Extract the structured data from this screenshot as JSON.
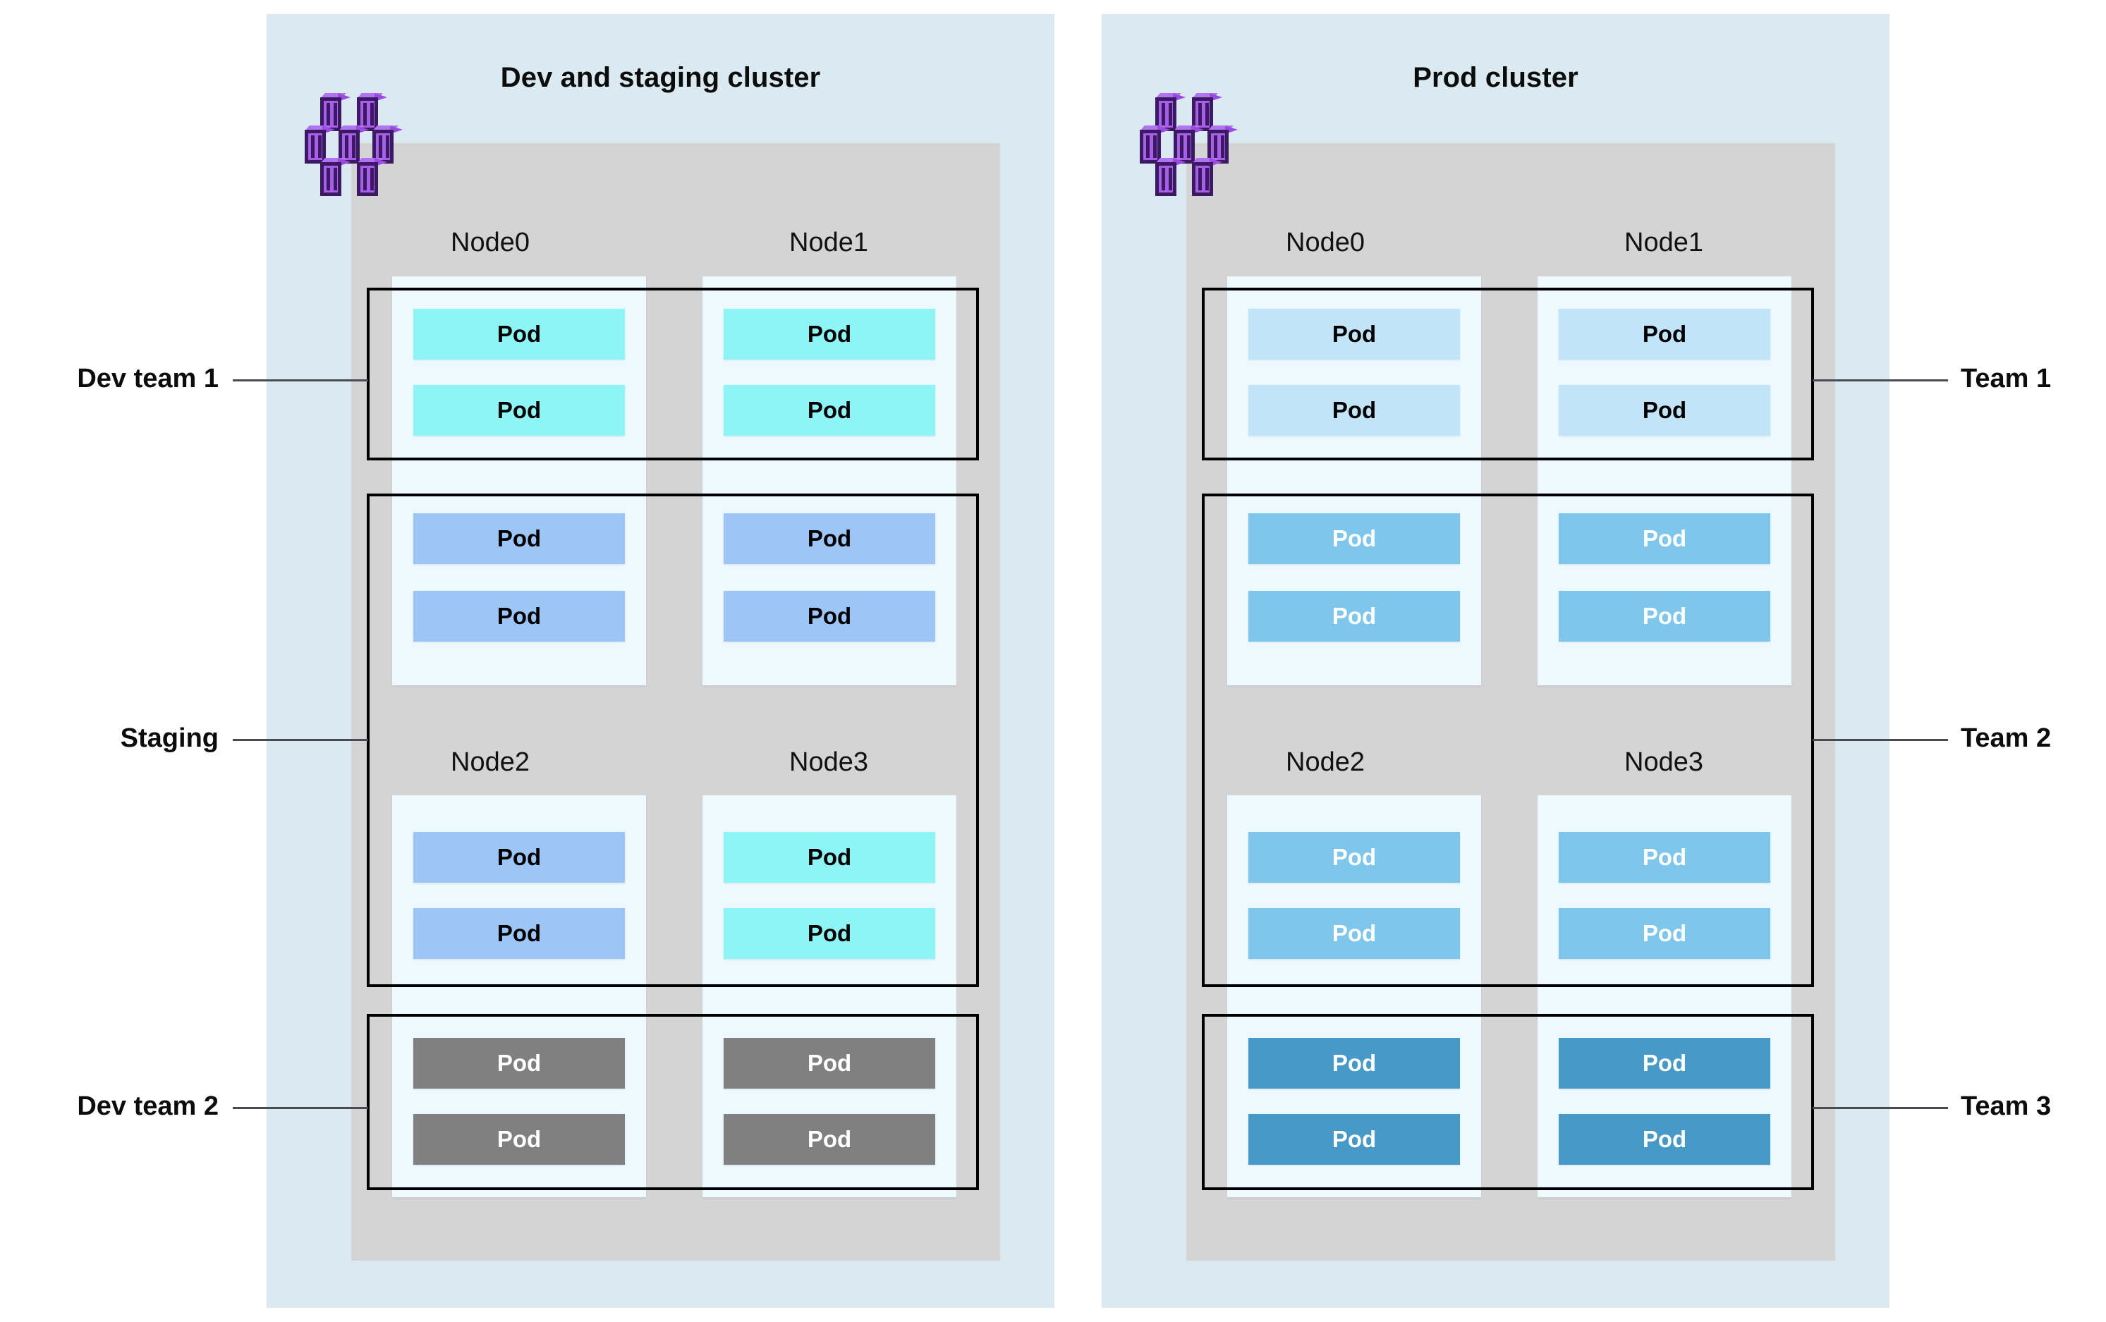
{
  "diagram": {
    "title_left": "Dev and staging cluster",
    "title_right": "Prod cluster",
    "pod_label": "Pod",
    "icon_names": {
      "cluster": "kubernetes-cluster-icon"
    },
    "colors": {
      "panel_bg": "#daeaf0",
      "node_area_bg": "#d4d4d4",
      "node_col_bg": "#ecfaff",
      "pod_cyan": "#8df5f5",
      "pod_blue": "#9dc5f5",
      "pod_gray": "#808080",
      "pod_lightblue": "#c2e4f8",
      "pod_skyblue": "#7fc6ec",
      "pod_darkblue": "#479ac7",
      "group_border": "#000000",
      "leader_line": "#4a4a52",
      "icon_purple": "#a95ee8",
      "icon_purple_dark": "#3c1a63"
    }
  },
  "left_cluster": {
    "title": "Dev and staging cluster",
    "nodes": [
      {
        "label": "Node0"
      },
      {
        "label": "Node1"
      },
      {
        "label": "Node2"
      },
      {
        "label": "Node3"
      }
    ],
    "groups": [
      {
        "name": "dev-team-1",
        "label": "Dev team 1",
        "label_side": "left",
        "pod_color": "#8df5f5",
        "pod_text": "#000000",
        "pod_count": 4
      },
      {
        "name": "staging",
        "label": "Staging",
        "label_side": "left",
        "pod_color": "#9dc5f5",
        "pod_text": "#000000",
        "pod_count": 6
      },
      {
        "name": "dev-team-2",
        "label": "Dev team 2",
        "label_side": "left",
        "pod_color": "#808080",
        "pod_text": "#ffffff",
        "pod_count": 4
      }
    ],
    "pods": [
      {
        "node": "Node0",
        "slot": 0,
        "group": "dev-team-1",
        "label": "Pod",
        "color": "#8df5f5",
        "text_color": "#000000"
      },
      {
        "node": "Node0",
        "slot": 1,
        "group": "dev-team-1",
        "label": "Pod",
        "color": "#8df5f5",
        "text_color": "#000000"
      },
      {
        "node": "Node1",
        "slot": 0,
        "group": "dev-team-1",
        "label": "Pod",
        "color": "#8df5f5",
        "text_color": "#000000"
      },
      {
        "node": "Node1",
        "slot": 1,
        "group": "dev-team-1",
        "label": "Pod",
        "color": "#8df5f5",
        "text_color": "#000000"
      },
      {
        "node": "Node0",
        "slot": 2,
        "group": "staging",
        "label": "Pod",
        "color": "#9dc5f5",
        "text_color": "#000000"
      },
      {
        "node": "Node0",
        "slot": 3,
        "group": "staging",
        "label": "Pod",
        "color": "#9dc5f5",
        "text_color": "#000000"
      },
      {
        "node": "Node1",
        "slot": 2,
        "group": "staging",
        "label": "Pod",
        "color": "#9dc5f5",
        "text_color": "#000000"
      },
      {
        "node": "Node1",
        "slot": 3,
        "group": "staging",
        "label": "Pod",
        "color": "#9dc5f5",
        "text_color": "#000000"
      },
      {
        "node": "Node2",
        "slot": 0,
        "group": "staging",
        "label": "Pod",
        "color": "#9dc5f5",
        "text_color": "#000000"
      },
      {
        "node": "Node2",
        "slot": 1,
        "group": "staging",
        "label": "Pod",
        "color": "#9dc5f5",
        "text_color": "#000000"
      },
      {
        "node": "Node3",
        "slot": 0,
        "group": "dev-team-1",
        "label": "Pod",
        "color": "#8df5f5",
        "text_color": "#000000"
      },
      {
        "node": "Node3",
        "slot": 1,
        "group": "dev-team-1",
        "label": "Pod",
        "color": "#8df5f5",
        "text_color": "#000000"
      },
      {
        "node": "Node2",
        "slot": 2,
        "group": "dev-team-2",
        "label": "Pod",
        "color": "#808080",
        "text_color": "#ffffff"
      },
      {
        "node": "Node2",
        "slot": 3,
        "group": "dev-team-2",
        "label": "Pod",
        "color": "#808080",
        "text_color": "#ffffff"
      },
      {
        "node": "Node3",
        "slot": 2,
        "group": "dev-team-2",
        "label": "Pod",
        "color": "#808080",
        "text_color": "#ffffff"
      },
      {
        "node": "Node3",
        "slot": 3,
        "group": "dev-team-2",
        "label": "Pod",
        "color": "#808080",
        "text_color": "#ffffff"
      }
    ]
  },
  "right_cluster": {
    "title": "Prod cluster",
    "nodes": [
      {
        "label": "Node0"
      },
      {
        "label": "Node1"
      },
      {
        "label": "Node2"
      },
      {
        "label": "Node3"
      }
    ],
    "groups": [
      {
        "name": "team-1",
        "label": "Team 1",
        "label_side": "right",
        "pod_color": "#c2e4f8",
        "pod_text": "#000000",
        "pod_count": 4
      },
      {
        "name": "team-2",
        "label": "Team 2",
        "label_side": "right",
        "pod_color": "#7fc6ec",
        "pod_text": "#ffffff",
        "pod_count": 8
      },
      {
        "name": "team-3",
        "label": "Team 3",
        "label_side": "right",
        "pod_color": "#479ac7",
        "pod_text": "#ffffff",
        "pod_count": 4
      }
    ],
    "pods": [
      {
        "node": "Node0",
        "slot": 0,
        "group": "team-1",
        "label": "Pod",
        "color": "#c2e4f8",
        "text_color": "#000000"
      },
      {
        "node": "Node0",
        "slot": 1,
        "group": "team-1",
        "label": "Pod",
        "color": "#c2e4f8",
        "text_color": "#000000"
      },
      {
        "node": "Node1",
        "slot": 0,
        "group": "team-1",
        "label": "Pod",
        "color": "#c2e4f8",
        "text_color": "#000000"
      },
      {
        "node": "Node1",
        "slot": 1,
        "group": "team-1",
        "label": "Pod",
        "color": "#c2e4f8",
        "text_color": "#000000"
      },
      {
        "node": "Node0",
        "slot": 2,
        "group": "team-2",
        "label": "Pod",
        "color": "#7fc6ec",
        "text_color": "#ffffff"
      },
      {
        "node": "Node0",
        "slot": 3,
        "group": "team-2",
        "label": "Pod",
        "color": "#7fc6ec",
        "text_color": "#ffffff"
      },
      {
        "node": "Node1",
        "slot": 2,
        "group": "team-2",
        "label": "Pod",
        "color": "#7fc6ec",
        "text_color": "#ffffff"
      },
      {
        "node": "Node1",
        "slot": 3,
        "group": "team-2",
        "label": "Pod",
        "color": "#7fc6ec",
        "text_color": "#ffffff"
      },
      {
        "node": "Node2",
        "slot": 0,
        "group": "team-2",
        "label": "Pod",
        "color": "#7fc6ec",
        "text_color": "#ffffff"
      },
      {
        "node": "Node2",
        "slot": 1,
        "group": "team-2",
        "label": "Pod",
        "color": "#7fc6ec",
        "text_color": "#ffffff"
      },
      {
        "node": "Node3",
        "slot": 0,
        "group": "team-2",
        "label": "Pod",
        "color": "#7fc6ec",
        "text_color": "#ffffff"
      },
      {
        "node": "Node3",
        "slot": 1,
        "group": "team-2",
        "label": "Pod",
        "color": "#7fc6ec",
        "text_color": "#ffffff"
      },
      {
        "node": "Node2",
        "slot": 2,
        "group": "team-3",
        "label": "Pod",
        "color": "#479ac7",
        "text_color": "#ffffff"
      },
      {
        "node": "Node2",
        "slot": 3,
        "group": "team-3",
        "label": "Pod",
        "color": "#479ac7",
        "text_color": "#ffffff"
      },
      {
        "node": "Node3",
        "slot": 2,
        "group": "team-3",
        "label": "Pod",
        "color": "#479ac7",
        "text_color": "#ffffff"
      },
      {
        "node": "Node3",
        "slot": 3,
        "group": "team-3",
        "label": "Pod",
        "color": "#479ac7",
        "text_color": "#ffffff"
      }
    ]
  }
}
